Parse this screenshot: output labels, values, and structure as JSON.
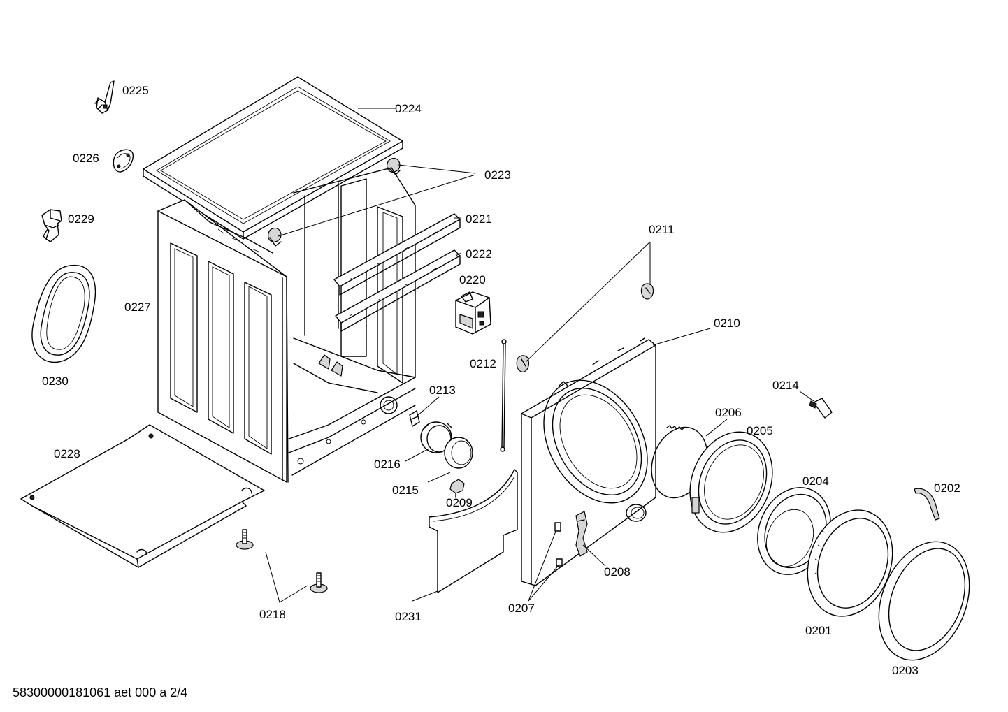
{
  "document_code": "58300000181061 aet 000 a 2/4",
  "parts": [
    {
      "id": "p225",
      "number": "0225"
    },
    {
      "id": "p224",
      "number": "0224"
    },
    {
      "id": "p226",
      "number": "0226"
    },
    {
      "id": "p223",
      "number": "0223"
    },
    {
      "id": "p229",
      "number": "0229"
    },
    {
      "id": "p221",
      "number": "0221"
    },
    {
      "id": "p222",
      "number": "0222"
    },
    {
      "id": "p211",
      "number": "0211"
    },
    {
      "id": "p227",
      "number": "0227"
    },
    {
      "id": "p220",
      "number": "0220"
    },
    {
      "id": "p210",
      "number": "0210"
    },
    {
      "id": "p230",
      "number": "0230"
    },
    {
      "id": "p212",
      "number": "0212"
    },
    {
      "id": "p214",
      "number": "0214"
    },
    {
      "id": "p213",
      "number": "0213"
    },
    {
      "id": "p206",
      "number": "0206"
    },
    {
      "id": "p205",
      "number": "0205"
    },
    {
      "id": "p228",
      "number": "0228"
    },
    {
      "id": "p216",
      "number": "0216"
    },
    {
      "id": "p204",
      "number": "0204"
    },
    {
      "id": "p215",
      "number": "0215"
    },
    {
      "id": "p202",
      "number": "0202"
    },
    {
      "id": "p209",
      "number": "0209"
    },
    {
      "id": "p208",
      "number": "0208"
    },
    {
      "id": "p218",
      "number": "0218"
    },
    {
      "id": "p207",
      "number": "0207"
    },
    {
      "id": "p231",
      "number": "0231"
    },
    {
      "id": "p201",
      "number": "0201"
    },
    {
      "id": "p203",
      "number": "0203"
    }
  ]
}
